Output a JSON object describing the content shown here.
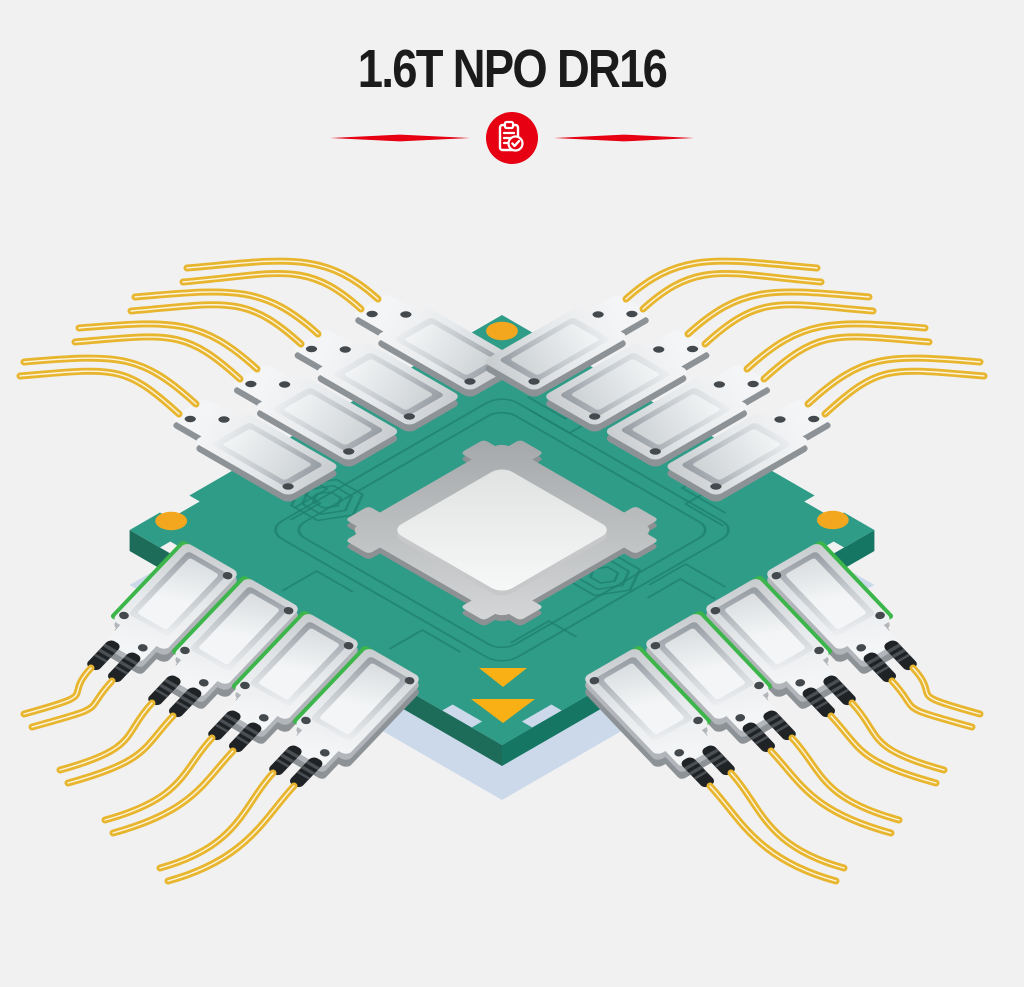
{
  "header": {
    "title": "1.6T NPO DR16"
  },
  "divider": {
    "icon_name": "clipboard-check-icon"
  },
  "illustration": {
    "name": "npo-dr16-co-packaged-optics",
    "optical_engine_count": 16,
    "fiber_pair_count": 16
  },
  "colors": {
    "background": "#F1F1F2",
    "title_text": "#1B1B1B",
    "accent_red": "#E60012",
    "pcb_green": "#2F9C87",
    "pcb_side_left": "#1D6C59",
    "pcb_side_right": "#147663",
    "trace_green": "#1F8170",
    "strip_green": "#3CB54A",
    "shadow_blue": "#CBD9EA",
    "fiducial_orange": "#F3A71F",
    "arrow_yellow": "#F9B015",
    "fiber_yellow": "#E8B52E",
    "metal_a": "#C7CBCE",
    "metal_b": "#E7EAEC",
    "metal_c": "#F4F5F6",
    "inset_a": "#949BA1",
    "inset_b": "#C6CBCF",
    "inset_c": "#EDEFF1",
    "inner_a": "#CDD2D5",
    "inner_b": "#F3F5F6",
    "module_side_dark": "#8D9296",
    "module_side_mid": "#B2B6BA",
    "frame_a": "#A6A9AB",
    "frame_b": "#D3D5D6",
    "frame_side": "#8E9193",
    "die_a": "#E0E2E2",
    "die_b": "#F7F8F8",
    "die_side": "#C6C8C9",
    "screw_gray": "#44494D",
    "ferrule_black": "#202326",
    "ferrule_band": "#4A4F54"
  }
}
